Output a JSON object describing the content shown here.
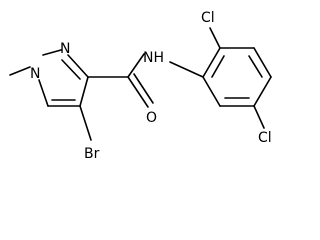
{
  "molecule": {
    "atoms": {
      "n1": "N",
      "n2": "N",
      "nh": "NH",
      "o": "O",
      "br": "Br",
      "cl_top": "Cl",
      "cl_right": "Cl"
    },
    "colors": {
      "bond": "#000000",
      "label": "#000000",
      "background": "#ffffff"
    }
  }
}
